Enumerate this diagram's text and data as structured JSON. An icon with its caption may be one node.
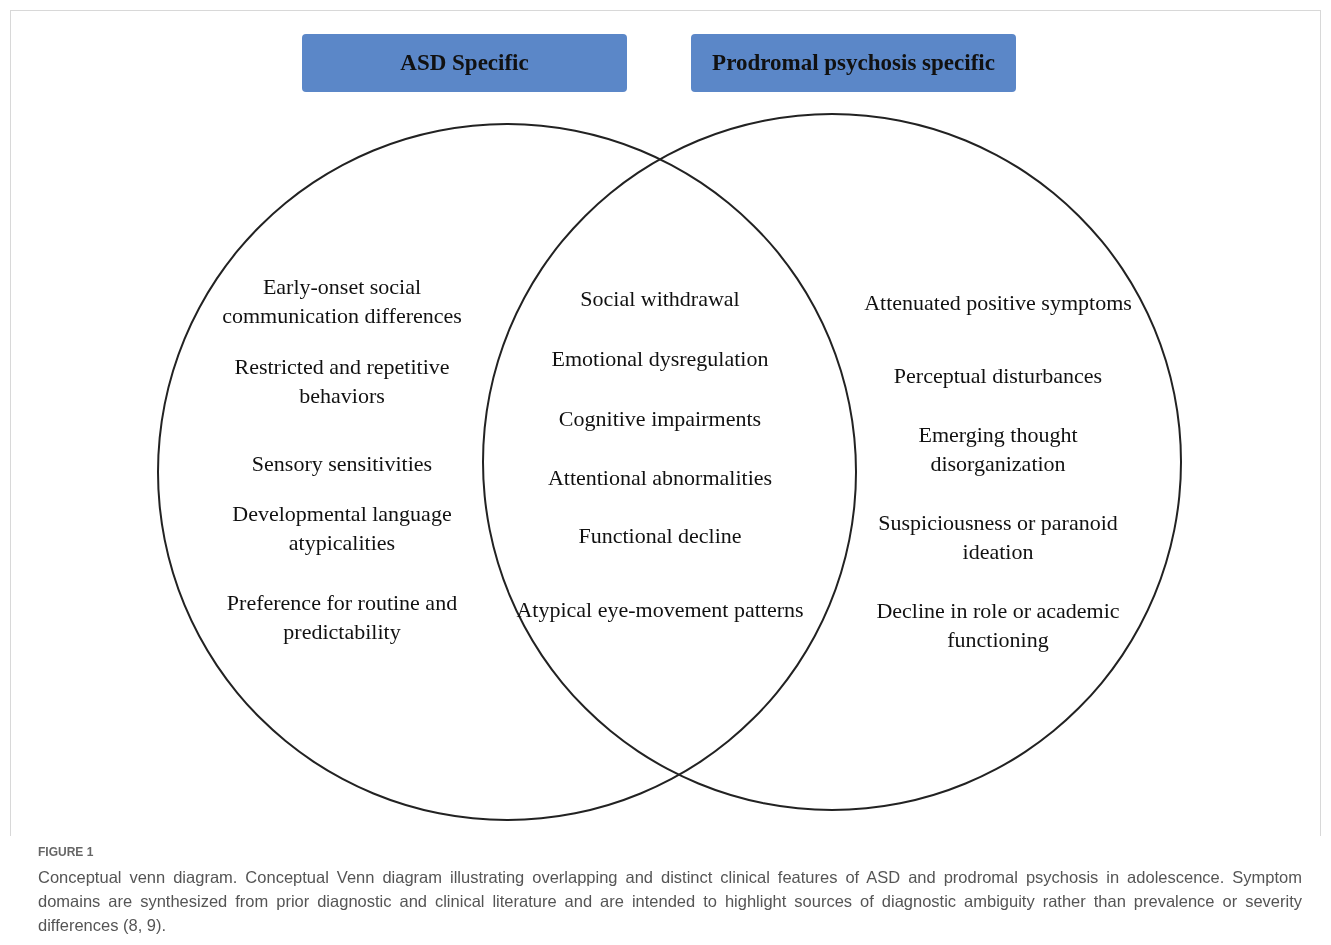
{
  "diagram": {
    "caption": "Conceptual venn diagram. Conceptual Venn diagram illustrating overlapping and distinct clinical features of ASD and prodromal psychosis in adolescence. Symptom domains are synthesized from prior diagnostic and clinical literature and are intended to highlight sources of diagnostic ambiguity rather than prevalence or severity differences (8, 9).",
    "nodes": [
      {
        "text": [
          "ASD Specific"
        ]
      },
      {
        "text": [
          "Prodromal psychosis specific"
        ]
      },
      {
        "text": [
          "Early-onset social communication differences",
          "Restricted and repetitive behaviors",
          "Sensory sensitivities",
          "Developmental language atypicalities",
          "Preference for routine and predictability"
        ]
      },
      {
        "text": [
          "Attenuated positive symptoms",
          "Perceptual disturbances",
          "Emerging thought disorganization",
          "Suspiciousness or paranoid ideation",
          "Decline in role or academic functioning"
        ]
      }
    ],
    "edges": [],
    "labels": [
      "Social withdrawal",
      "Emotional dysregulation",
      "Cognitive impairments",
      "Attentional abnormalities",
      "Functional decline",
      "Atypical eye-movement patterns",
      "FIGURE 1"
    ]
  }
}
